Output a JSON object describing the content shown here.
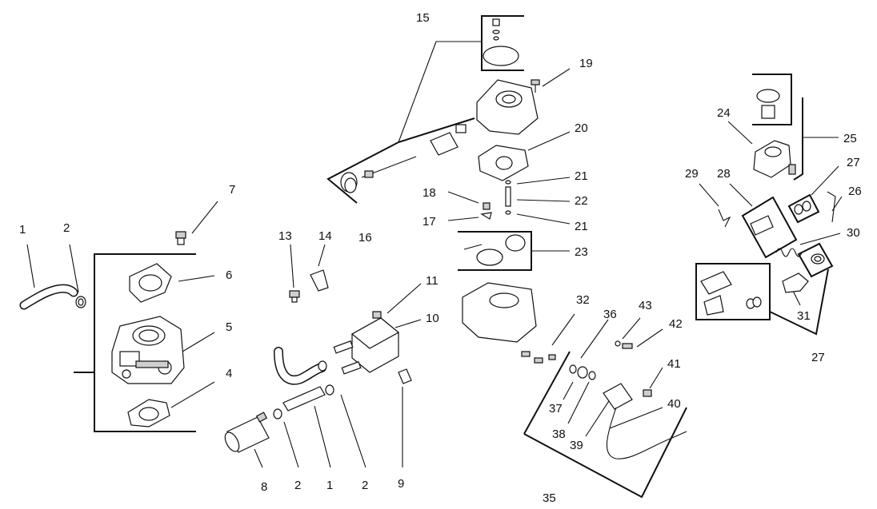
{
  "callouts": [
    "1",
    "2",
    "7",
    "6",
    "5",
    "4",
    "13",
    "14",
    "8",
    "2",
    "1",
    "2",
    "9",
    "11",
    "10",
    "15",
    "16",
    "19",
    "20",
    "21",
    "22",
    "21",
    "18",
    "17",
    "23",
    "32",
    "36",
    "43",
    "42",
    "41",
    "40",
    "37",
    "38",
    "39",
    "35",
    "24",
    "25",
    "29",
    "28",
    "27",
    "26",
    "30",
    "31",
    "27"
  ]
}
